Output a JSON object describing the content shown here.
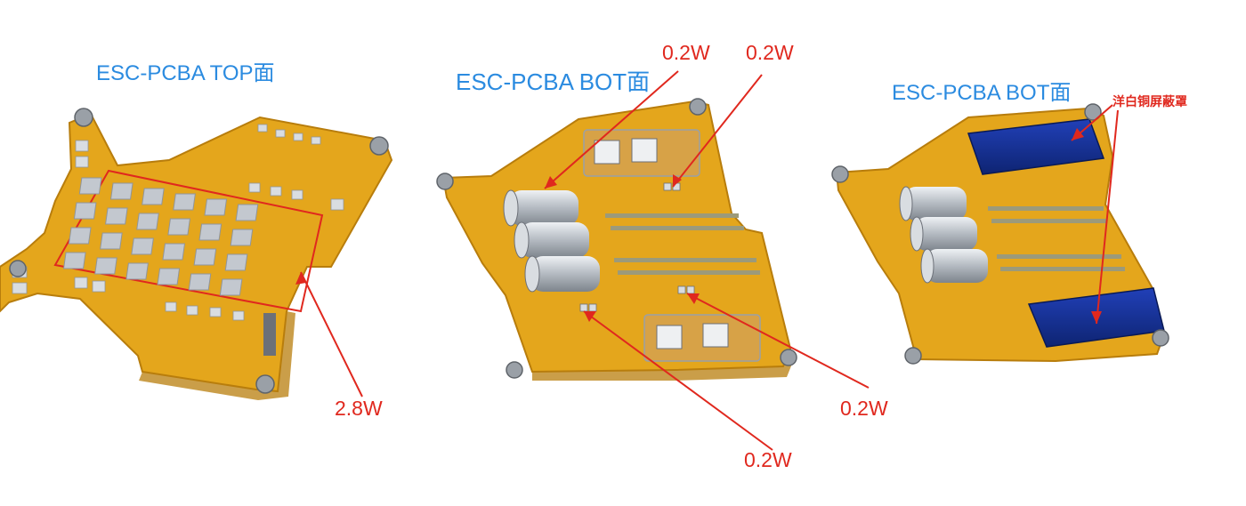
{
  "panels": [
    {
      "title": "ESC-PCBA TOP面",
      "annotations": [
        "2.8W"
      ]
    },
    {
      "title": "ESC-PCBA BOT面",
      "annotations": [
        "0.2W",
        "0.2W",
        "0.2W",
        "0.2W"
      ]
    },
    {
      "title": "ESC-PCBA BOT面",
      "annotations": [
        "洋白铜屏蔽罩"
      ]
    }
  ],
  "colors": {
    "title": "#2b8be0",
    "annotation": "#e0281e",
    "pcb": "#e4a61c",
    "pcb_edge": "#b87d0c",
    "shield": "#14309a",
    "component": "#c3c8cf",
    "capacitor": "#a9afb6"
  }
}
